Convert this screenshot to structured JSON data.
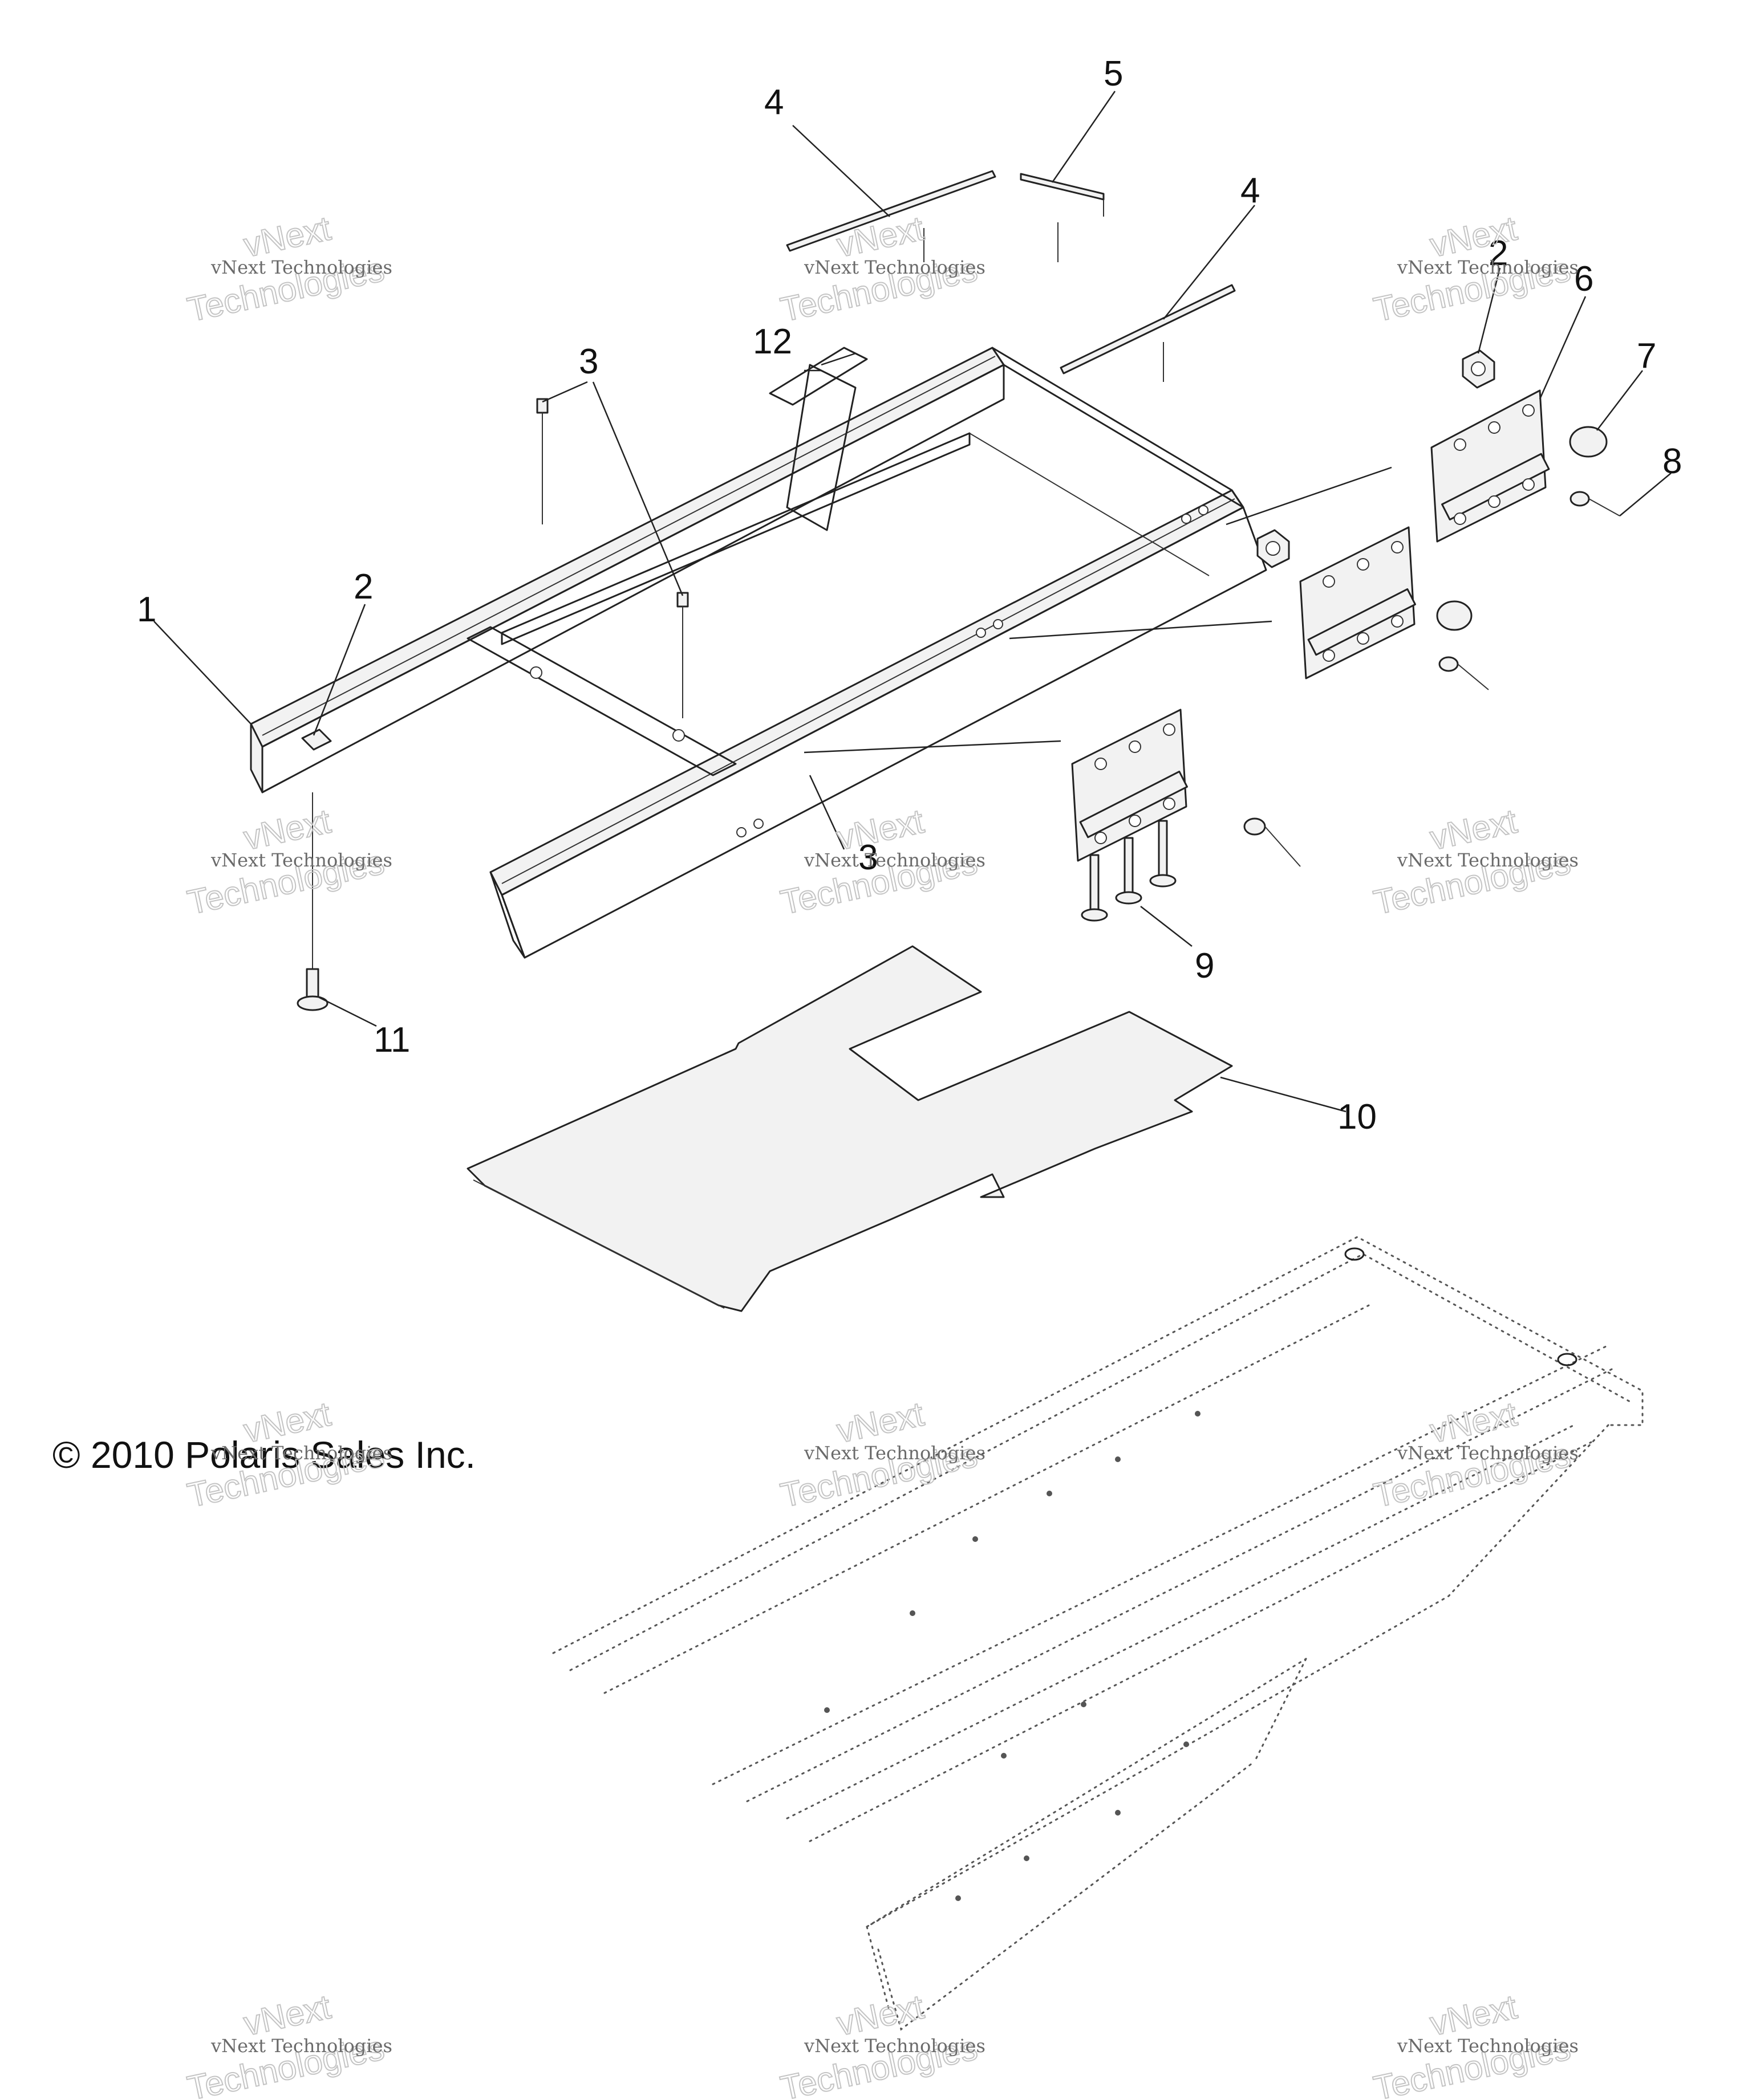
{
  "callouts": {
    "c1": "1",
    "c2a": "2",
    "c2b": "2",
    "c3a": "3",
    "c3b": "3",
    "c4a": "4",
    "c4b": "4",
    "c5": "5",
    "c6": "6",
    "c7": "7",
    "c8": "8",
    "c9": "9",
    "c10": "10",
    "c11": "11",
    "c12": "12"
  },
  "copyright": "© 2010 Polaris Sales Inc.",
  "watermark": {
    "line1": "vNext Technologies",
    "big1": "vNext",
    "big2": "Technologies"
  }
}
